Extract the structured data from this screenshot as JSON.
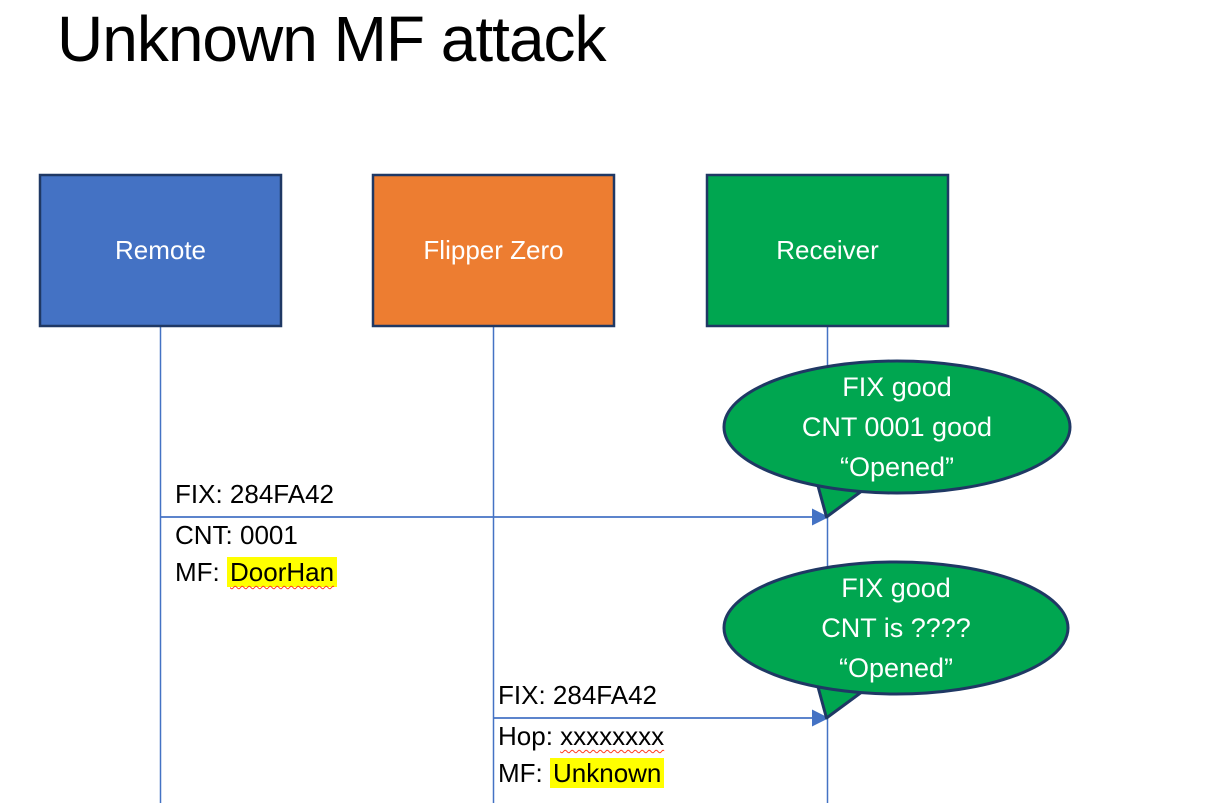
{
  "title": "Unknown MF attack",
  "colors": {
    "remote_fill": "#4472C4",
    "flipper_fill": "#ED7D31",
    "receiver_fill": "#00A650",
    "bubble_fill": "#00A650",
    "shape_border": "#1F3864",
    "connector": "#4472C4",
    "highlight": "#FFFF00",
    "spellcheck_underline": "#FF3B1F",
    "title_text": "#000000",
    "box_text": "#FFFFFF"
  },
  "actors": [
    {
      "name": "Remote"
    },
    {
      "name": "Flipper Zero"
    },
    {
      "name": "Receiver"
    }
  ],
  "messages": [
    {
      "from": "Remote",
      "to": "Receiver",
      "line1": "FIX: 284FA42",
      "line2": "CNT: 0001",
      "line3_prefix": "MF: ",
      "line3_value": "DoorHan"
    },
    {
      "from": "Flipper Zero",
      "to": "Receiver",
      "line1": "FIX: 284FA42",
      "line2_prefix": "Hop: ",
      "line2_value": "xxxxxxxx",
      "line3_prefix": "MF: ",
      "line3_value": "Unknown"
    }
  ],
  "bubbles": [
    {
      "attached_to": "Receiver",
      "line1": "FIX good",
      "line2": "CNT 0001 good",
      "line3": "“Opened”"
    },
    {
      "attached_to": "Receiver",
      "line1": "FIX good",
      "line2": "CNT is ????",
      "line3": "“Opened”"
    }
  ]
}
